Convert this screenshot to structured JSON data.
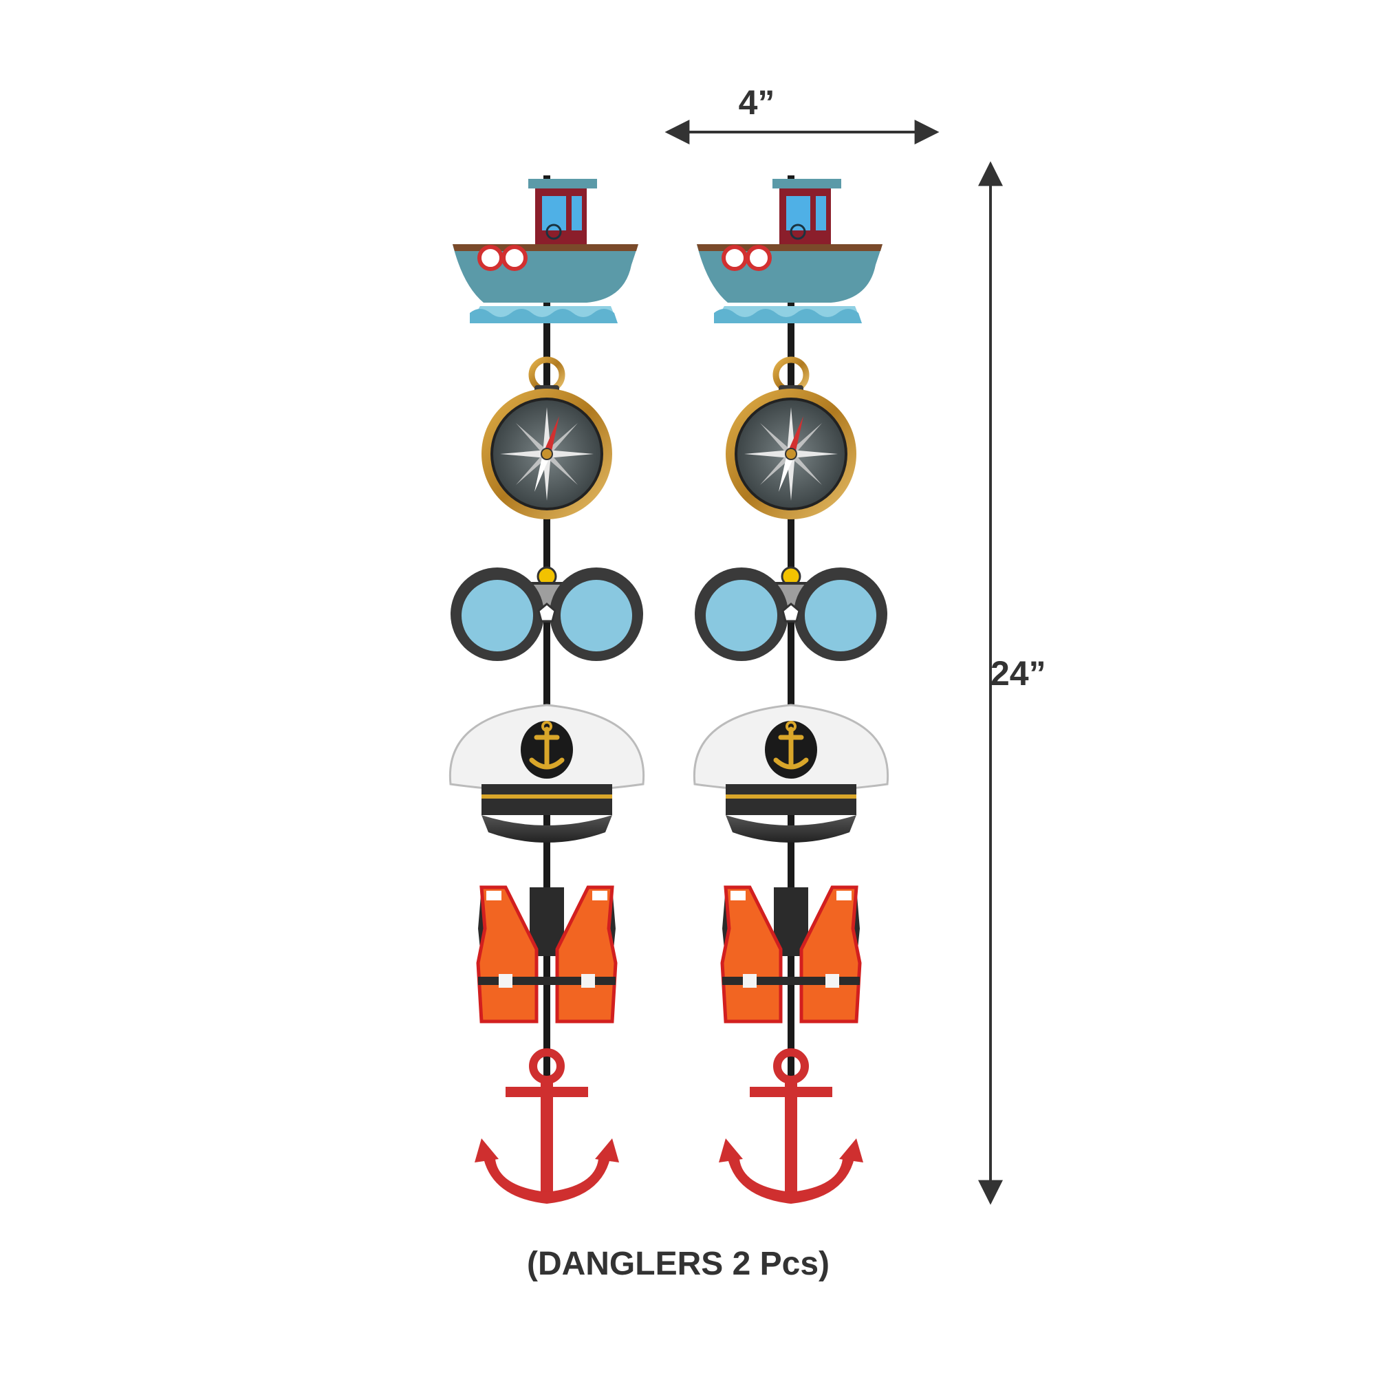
{
  "dimensions": {
    "width_label": "4”",
    "height_label": "24”"
  },
  "caption": "(DANGLERS 2 Pcs)",
  "danglers": [
    {
      "items": [
        {
          "icon": "boat-icon"
        },
        {
          "icon": "compass-icon"
        },
        {
          "icon": "binoculars-icon"
        },
        {
          "icon": "captain-hat-icon"
        },
        {
          "icon": "life-jacket-icon"
        },
        {
          "icon": "anchor-icon"
        }
      ]
    },
    {
      "items": [
        {
          "icon": "boat-icon"
        },
        {
          "icon": "compass-icon"
        },
        {
          "icon": "binoculars-icon"
        },
        {
          "icon": "captain-hat-icon"
        },
        {
          "icon": "life-jacket-icon"
        },
        {
          "icon": "anchor-icon"
        }
      ]
    }
  ],
  "colors": {
    "string": "#1a1a1a",
    "boat_hull": "#5b9aa8",
    "boat_cabin": "#8b1e2b",
    "water": "#8fd0e3",
    "compass_gold": "#c8922c",
    "compass_face": "#505a5c",
    "binocular_lens": "#89c8e0",
    "binocular_frame": "#3a3a3a",
    "hat_white": "#f2f2f2",
    "hat_brim": "#3c3c3c",
    "jacket_orange": "#f26522",
    "anchor_red": "#cf2f2f",
    "dimension_line": "#333333"
  }
}
